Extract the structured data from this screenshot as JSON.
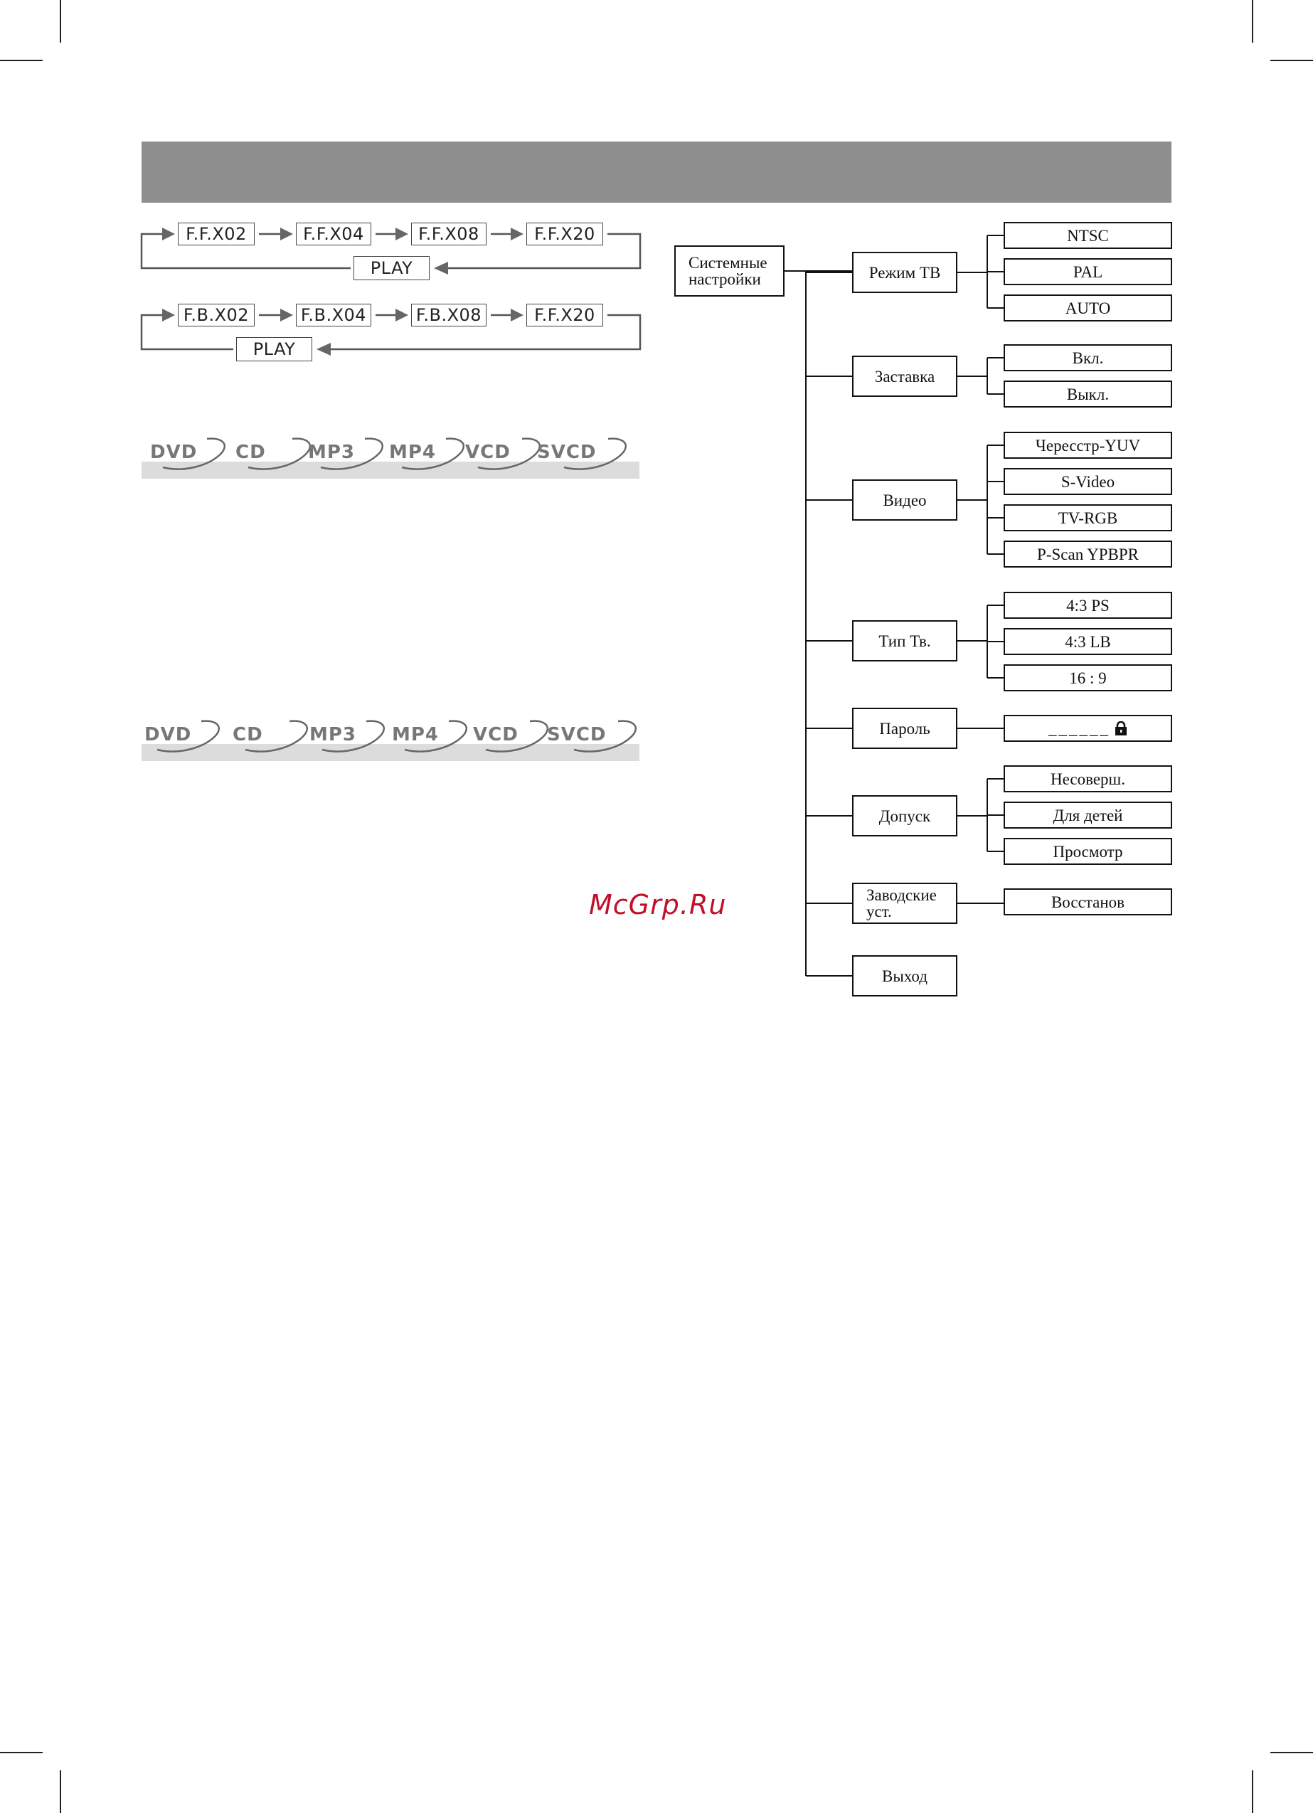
{
  "speed_forward": {
    "steps": [
      "F.F.X02",
      "F.F.X04",
      "F.F.X08",
      "F.F.X20"
    ],
    "return_label": "PLAY"
  },
  "speed_backward": {
    "steps": [
      "F.B.X02",
      "F.B.X04",
      "F.B.X08",
      "F.F.X20"
    ],
    "return_label": "PLAY"
  },
  "formats_1": [
    "DVD",
    "CD",
    "MP3",
    "MP4",
    "VCD",
    "SVCD"
  ],
  "formats_2": [
    "DVD",
    "CD",
    "MP3",
    "MP4",
    "VCD",
    "SVCD"
  ],
  "menu_tree": {
    "root": [
      "Системные",
      "настройки"
    ],
    "branches": [
      {
        "label": [
          "Режим ТВ"
        ],
        "options": [
          "NTSC",
          "PAL",
          "AUTO"
        ]
      },
      {
        "label": [
          "Заставка"
        ],
        "options": [
          "Вкл.",
          "Выкл."
        ]
      },
      {
        "label": [
          "Видео"
        ],
        "options": [
          "Чересстр-YUV",
          "S-Video",
          "TV-RGB",
          "P-Scan YPBPR"
        ]
      },
      {
        "label": [
          "Тип Тв."
        ],
        "options": [
          "4:3 PS",
          "4:3 LB",
          "16 : 9"
        ]
      },
      {
        "label": [
          "Пароль"
        ],
        "options": [
          "______"
        ]
      },
      {
        "label": [
          "Допуск"
        ],
        "options": [
          "Несоверш.",
          "Для детей",
          "Просмотр"
        ]
      },
      {
        "label": [
          "Заводские",
          "уст."
        ],
        "options": [
          "Восстанов"
        ]
      },
      {
        "label": [
          "Выход"
        ],
        "options": []
      }
    ]
  },
  "icons": {
    "password_lock": "lock-icon"
  },
  "watermark": "McGrp.Ru",
  "colors": {
    "header_bar": "#8e8e8e",
    "watermark": "#c0102a",
    "format_band": "#dcdcdc"
  }
}
